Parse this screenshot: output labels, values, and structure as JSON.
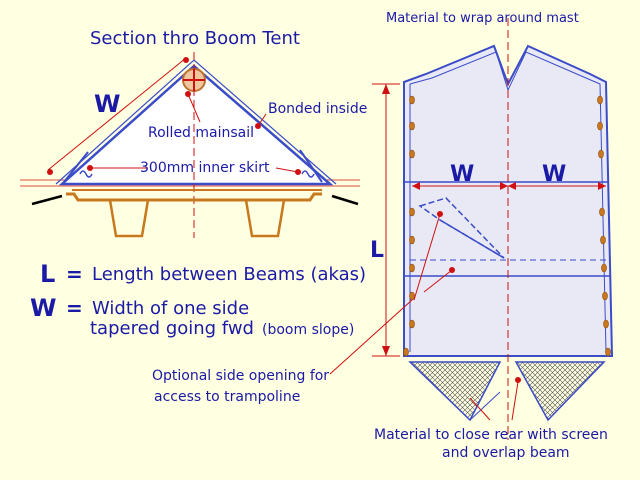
{
  "title": "Section thro Boom Tent",
  "labels": {
    "w_left": "W",
    "rolled_mainsail": "Rolled mainsail",
    "bonded_inside": "Bonded inside",
    "inner_skirt": "300mm inner skirt",
    "wrap_mast": "Material to wrap around mast",
    "w_center_left": "W",
    "w_center_right": "W",
    "l_side": "L",
    "optional_opening_1": "Optional side opening for",
    "optional_opening_2": "access to trampoline",
    "close_rear_1": "Material to close rear with screen",
    "close_rear_2": "and overlap beam"
  },
  "legend": {
    "l_symbol": "L",
    "l_eq": "=",
    "l_text": "Length between Beams (akas)",
    "w_symbol": "W",
    "w_eq": "=",
    "w_text": "Width of one side",
    "w_text2": "tapered going fwd",
    "w_text3": "(boom slope)"
  },
  "colors": {
    "background": "#ffffe1",
    "text_blue": "#1a1aa6",
    "line_red": "#d01010",
    "tent_blue": "#3a4cc8",
    "tent_fill": "#e9e9f6",
    "beam_brown": "#c8781e"
  }
}
